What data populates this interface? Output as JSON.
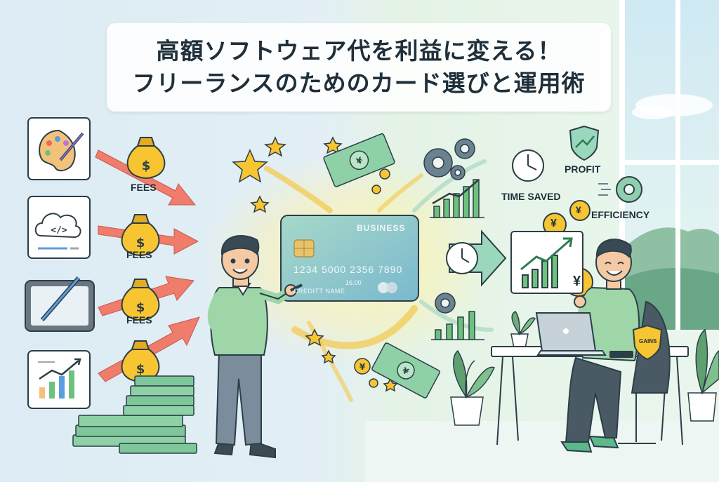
{
  "title": {
    "line1": "高額ソフトウェア代を利益に変える！",
    "line2": "フリーランスのためのカード選びと運用術"
  },
  "left_panel": {
    "fee_labels": [
      "FEES",
      "FEES",
      "FEES"
    ],
    "software_icons": [
      "paint-palette-icon",
      "cloud-code-icon",
      "tablet-pen-icon",
      "growth-chart-icon"
    ]
  },
  "card": {
    "brand": "BUSINESS",
    "number": "1234 5000 2356 7890",
    "expiry": "16.00",
    "holder": "CREDITT NAME"
  },
  "right_panel": {
    "time_saved": "TIME SAVED",
    "profit": "PROFIT",
    "efficiency": "EFFICIENCY",
    "gains_badge": "GAINS",
    "coin_symbol": "¥"
  },
  "colors": {
    "arrow": "#f07c6c",
    "money_green": "#7ec79b",
    "card": "#8ccbd0",
    "coin": "#f6c531",
    "shirt": "#9ed6a8",
    "outline": "#2c3e47"
  }
}
